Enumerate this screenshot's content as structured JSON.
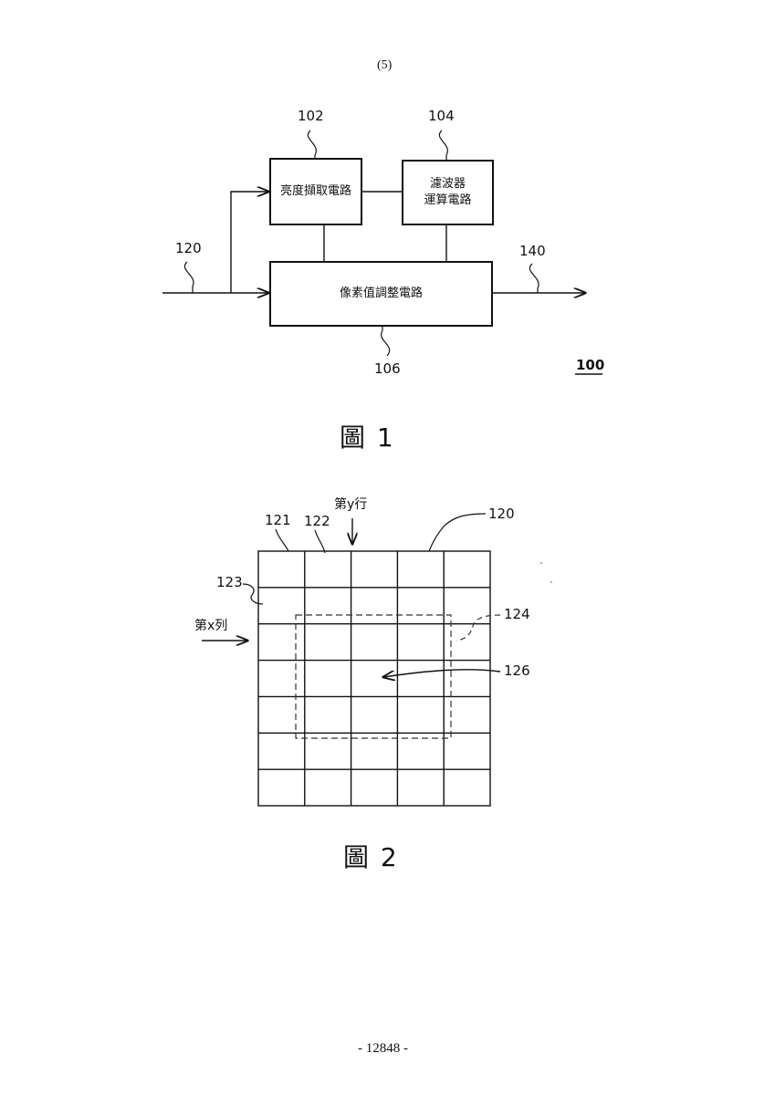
{
  "page": {
    "header": "(5)",
    "footer": "- 12848 -"
  },
  "figure1": {
    "caption": "圖 1",
    "system_ref": "100",
    "blocks": {
      "luma": {
        "ref": "102",
        "label": "亮度擷取電路"
      },
      "filter": {
        "ref": "104",
        "line1": "濾波器",
        "line2": "運算電路"
      },
      "pixel": {
        "ref": "106",
        "label": "像素值調整電路"
      }
    },
    "input_ref": "120",
    "output_ref": "140"
  },
  "figure2": {
    "caption": "圖 2",
    "col_label": "第y行",
    "row_label": "第x列",
    "refs": {
      "image": "120",
      "cell_a": "121",
      "cell_b": "122",
      "cell_c": "123",
      "window": "124",
      "center": "126"
    },
    "grid": {
      "rows": 7,
      "cols": 5
    }
  }
}
